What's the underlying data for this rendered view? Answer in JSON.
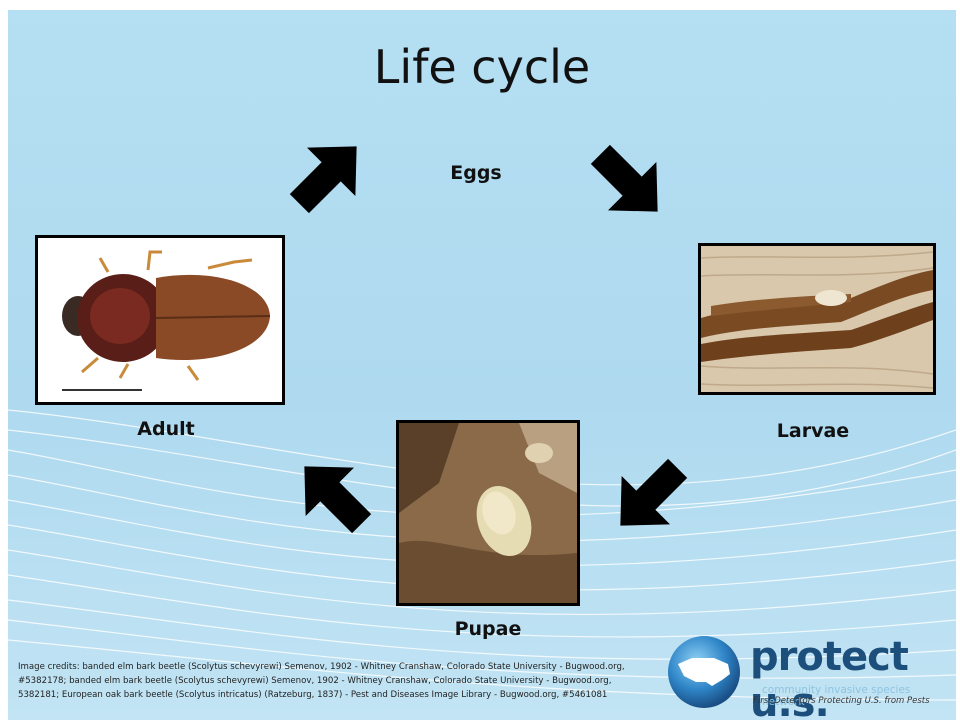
{
  "title": "Life cycle",
  "stages": {
    "eggs": "Eggs",
    "larvae": "Larvae",
    "pupae": "Pupae",
    "adult": "Adult"
  },
  "credits": {
    "line1": "Image credits: banded elm bark beetle (Scolytus schevyrewi) Semenov, 1902 - Whitney Cranshaw, Colorado State University - Bugwood.org,",
    "line2": "#5382178; banded elm bark beetle (Scolytus schevyrewi) Semenov, 1902 - Whitney Cranshaw, Colorado State University -  Bugwood.org,",
    "line3": "5382181; European oak bark beetle (Scolytus intricatus) (Ratzeburg, 1837) - Pest and Diseases Image Library - Bugwood.org, #5461081"
  },
  "logo": {
    "name": "protect u.s.",
    "subtitle": "community invasive species network",
    "tagline": "First Detectors Protecting U.S. from Pests"
  },
  "colors": {
    "background": "#b5dff2",
    "arrow": "#000000",
    "logo_blue": "#1d4f7c"
  }
}
